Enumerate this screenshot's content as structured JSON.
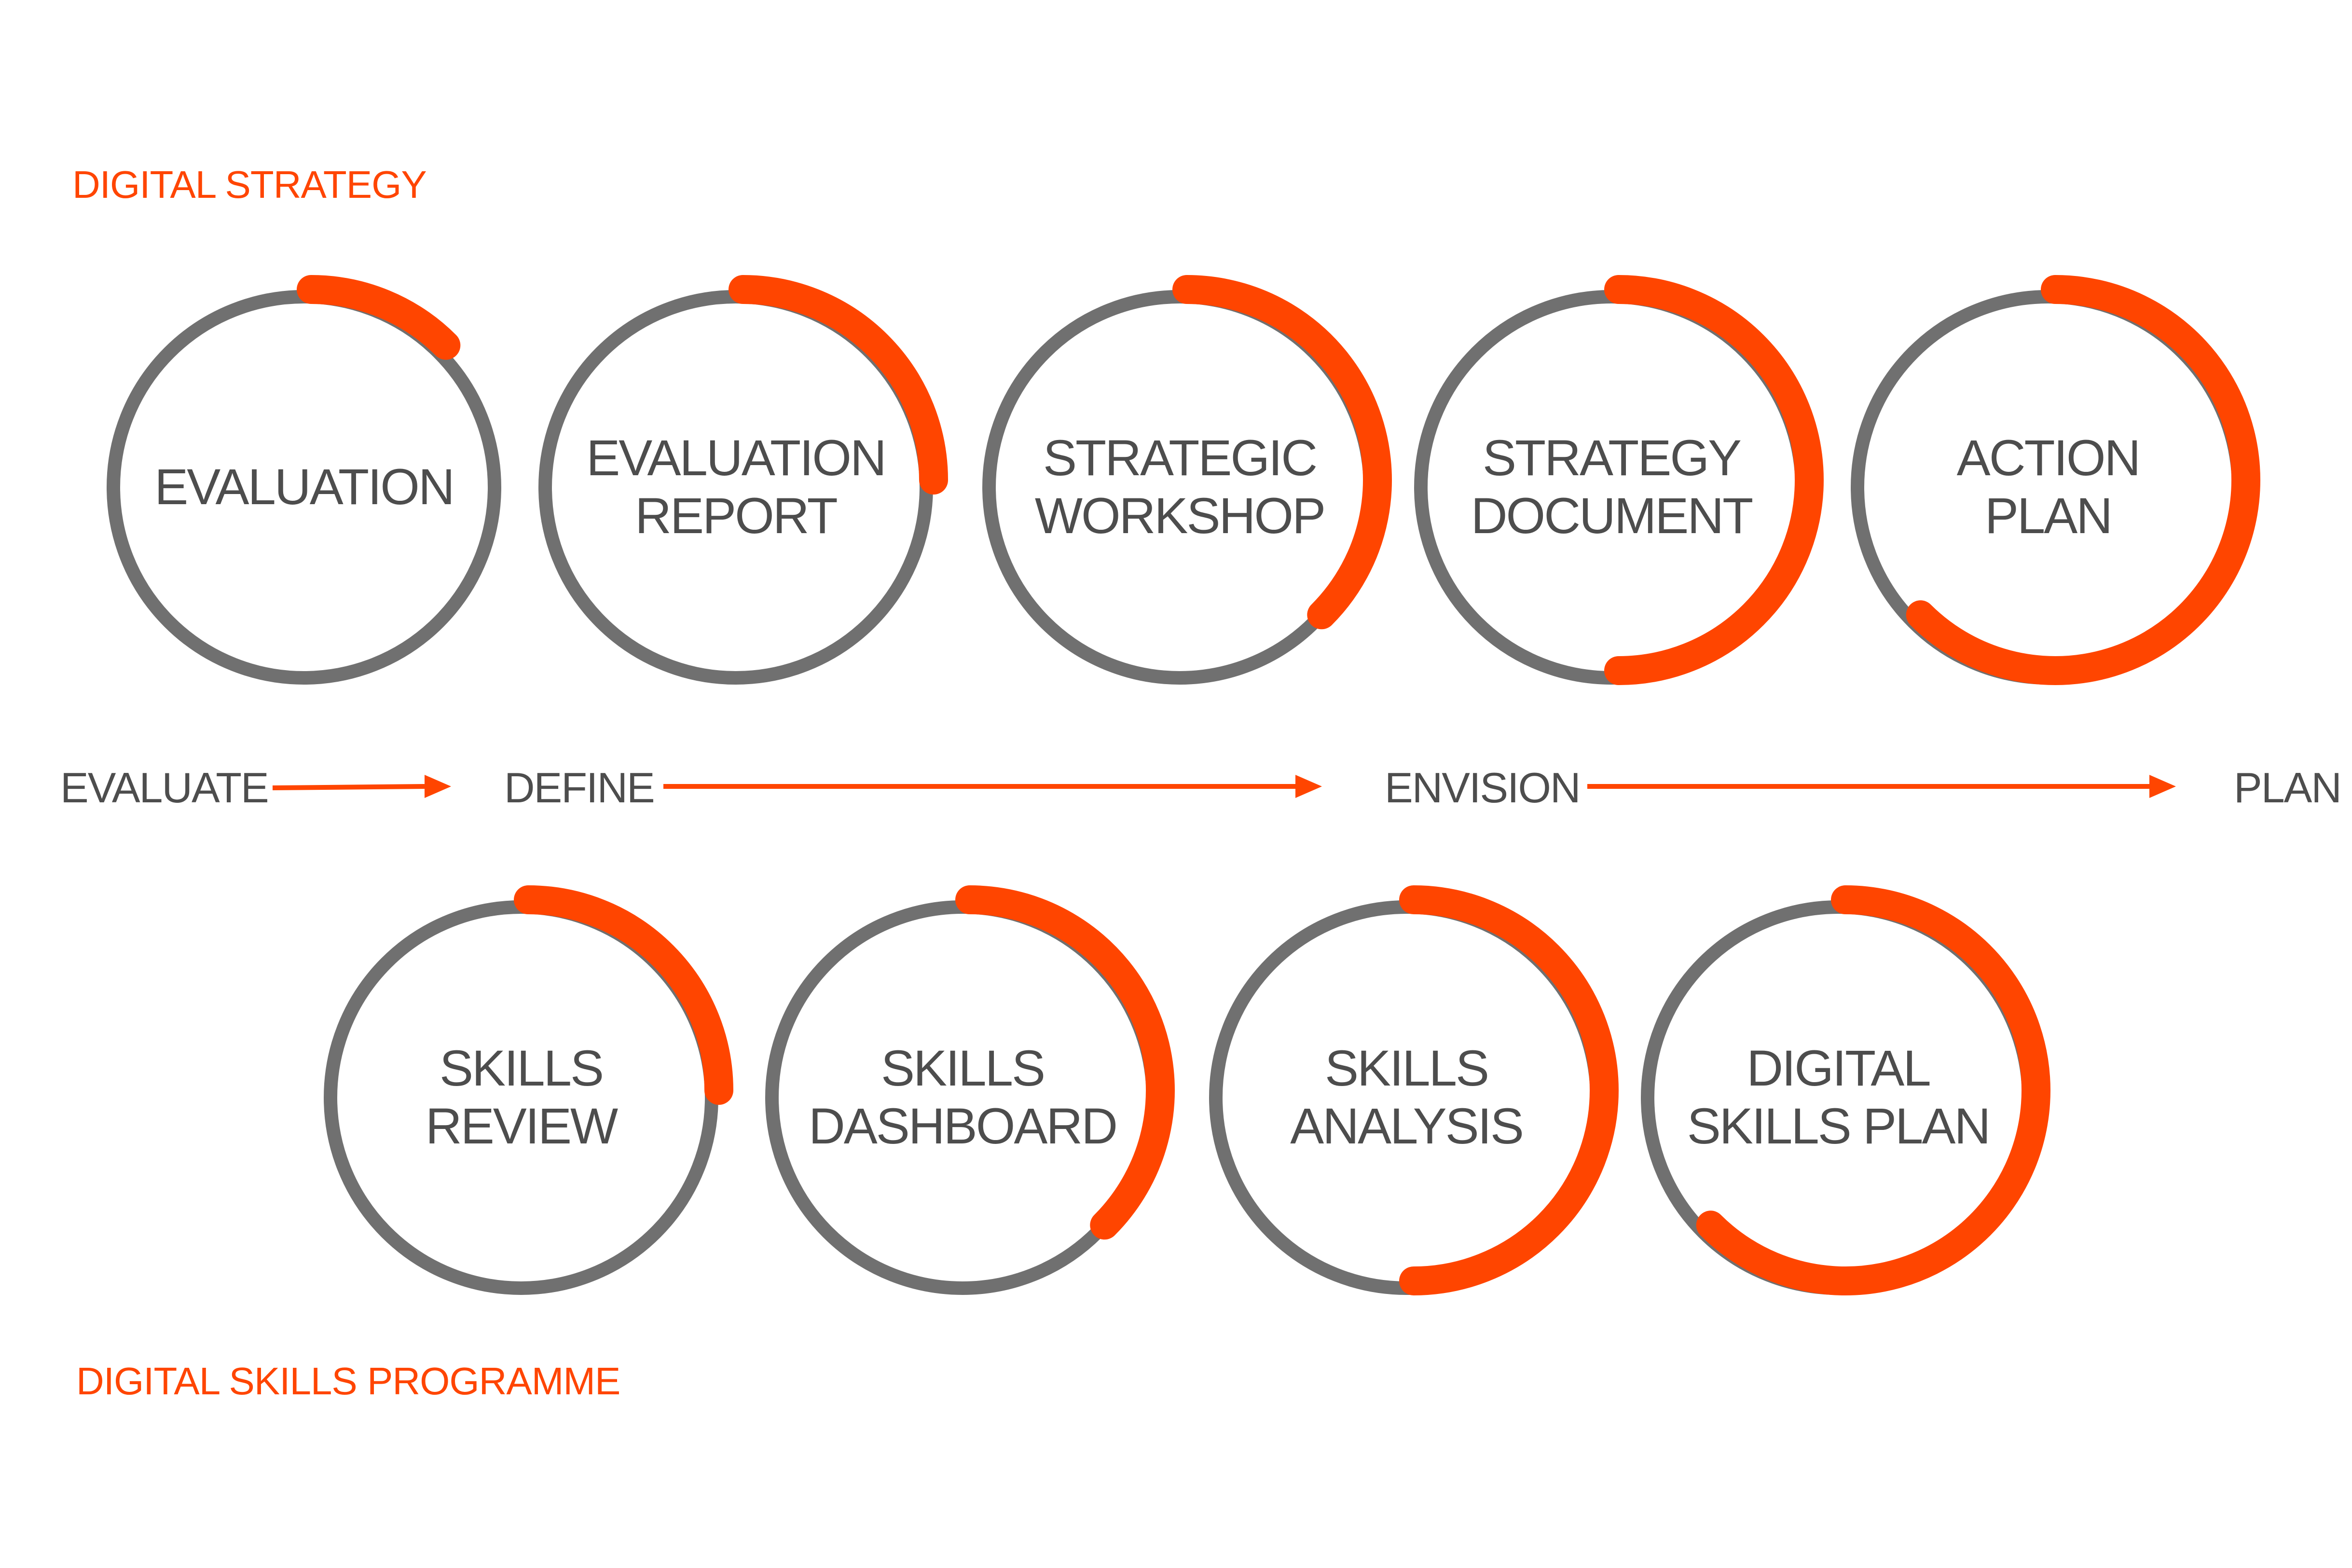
{
  "colors": {
    "accent": "#FF4500",
    "ring": "#707070",
    "text": "#4D4D4D",
    "background": "#FFFFFF"
  },
  "sections": {
    "digital_strategy": "DIGITAL STRATEGY",
    "digital_skills_programme": "DIGITAL SKILLS PROGRAMME"
  },
  "stages": [
    "EVALUATE",
    "DEFINE",
    "ENVISION",
    "PLAN"
  ],
  "strategy_steps": [
    {
      "lines": [
        "EVALUATION"
      ],
      "progress": 0.125
    },
    {
      "lines": [
        "EVALUATION",
        "REPORT"
      ],
      "progress": 0.25
    },
    {
      "lines": [
        "STRATEGIC",
        "WORKSHOP"
      ],
      "progress": 0.375
    },
    {
      "lines": [
        "STRATEGY",
        "DOCUMENT"
      ],
      "progress": 0.5
    },
    {
      "lines": [
        "ACTION",
        "PLAN"
      ],
      "progress": 0.625
    }
  ],
  "skills_steps": [
    {
      "lines": [
        "SKILLS",
        "REVIEW"
      ],
      "progress": 0.25
    },
    {
      "lines": [
        "SKILLS",
        "DASHBOARD"
      ],
      "progress": 0.375
    },
    {
      "lines": [
        "SKILLS",
        "ANALYSIS"
      ],
      "progress": 0.5
    },
    {
      "lines": [
        "DIGITAL",
        "SKILLS PLAN"
      ],
      "progress": 0.625
    }
  ]
}
